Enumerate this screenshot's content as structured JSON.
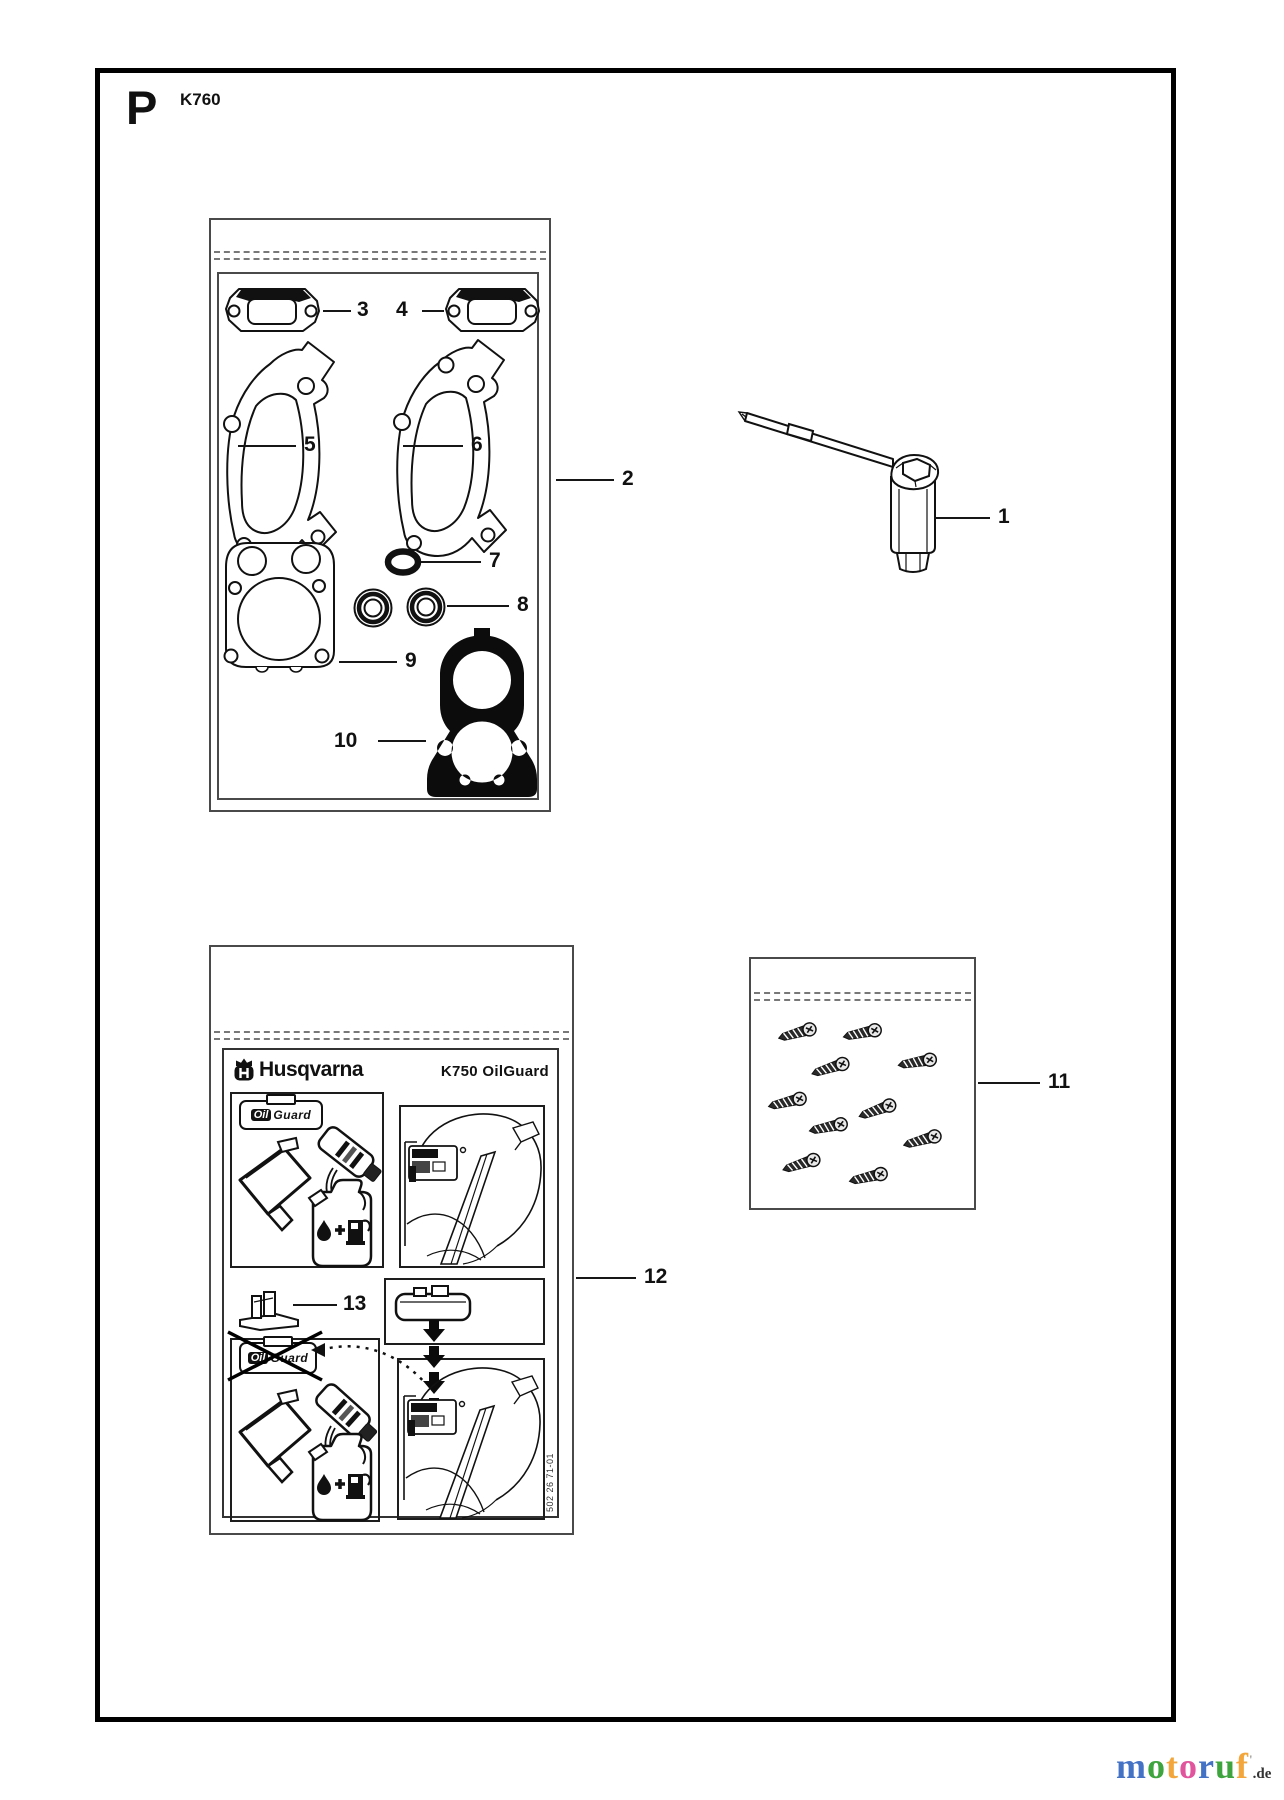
{
  "page": {
    "section_letter": "P",
    "model": "K760"
  },
  "callouts": [
    "1",
    "2",
    "3",
    "4",
    "5",
    "6",
    "7",
    "8",
    "9",
    "10",
    "11",
    "12",
    "13"
  ],
  "sheet": {
    "brand": "Husqvarna",
    "title": "K750 OilGuard",
    "label_oil": "Oil",
    "label_guard": "Guard",
    "part_number": "502 26 71-01"
  },
  "watermark": {
    "letters": [
      {
        "ch": "m",
        "style": "color:#4472c4"
      },
      {
        "ch": "o",
        "style": "color:#3ea43e"
      },
      {
        "ch": "t",
        "style": "color:#f2a63b"
      },
      {
        "ch": "o",
        "style": "color:#e0559d"
      },
      {
        "ch": "r",
        "style": "color:#4472c4"
      },
      {
        "ch": "u",
        "style": "color:#3ea43e"
      },
      {
        "ch": "f",
        "style": "color:#f2a63b"
      }
    ],
    "mark": "'",
    "suffix": ".de"
  },
  "colors": {
    "ink": "#111111",
    "bag_border": "#4a4a4a",
    "page_border": "#000000"
  }
}
